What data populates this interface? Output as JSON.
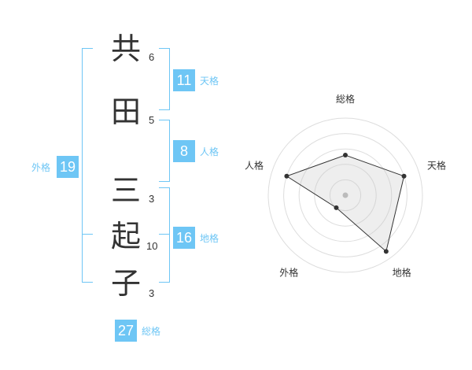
{
  "name": {
    "chars": [
      {
        "char": "共",
        "strokes": "6"
      },
      {
        "char": "田",
        "strokes": "5"
      },
      {
        "char": "三",
        "strokes": "3"
      },
      {
        "char": "起",
        "strokes": "10"
      },
      {
        "char": "子",
        "strokes": "3"
      }
    ]
  },
  "fortunes": {
    "tenkaku": {
      "value": "11",
      "label": "天格"
    },
    "jinkaku": {
      "value": "8",
      "label": "人格"
    },
    "chikaku": {
      "value": "16",
      "label": "地格"
    },
    "gaikaku": {
      "value": "19",
      "label": "外格"
    },
    "soukaku": {
      "value": "27",
      "label": "総格"
    }
  },
  "colors": {
    "accent": "#6ec6f5",
    "text": "#333333"
  },
  "chart_data": {
    "type": "radar",
    "axes": [
      "総格",
      "天格",
      "地格",
      "外格",
      "人格"
    ],
    "values": [
      2.6,
      4.0,
      4.5,
      1.0,
      4.0
    ],
    "max": 5,
    "rings": 5,
    "grid": true
  }
}
